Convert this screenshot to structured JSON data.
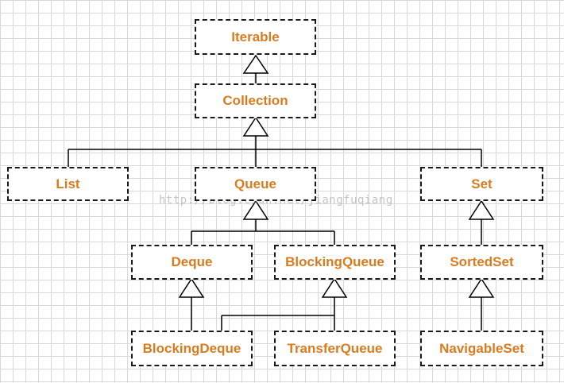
{
  "nodes": {
    "iterable": "Iterable",
    "collection": "Collection",
    "list": "List",
    "queue": "Queue",
    "set": "Set",
    "deque": "Deque",
    "blocking_queue": "BlockingQueue",
    "sorted_set": "SortedSet",
    "blocking_deque": "BlockingDeque",
    "transfer_queue": "TransferQueue",
    "navigable_set": "NavigableSet"
  },
  "watermark": "http://blog.csdn.net/jiangfuqiang",
  "colors": {
    "label": "#d97b1e",
    "border": "#1a1a1a",
    "line": "#000000",
    "grid": "#d9d9d9"
  }
}
